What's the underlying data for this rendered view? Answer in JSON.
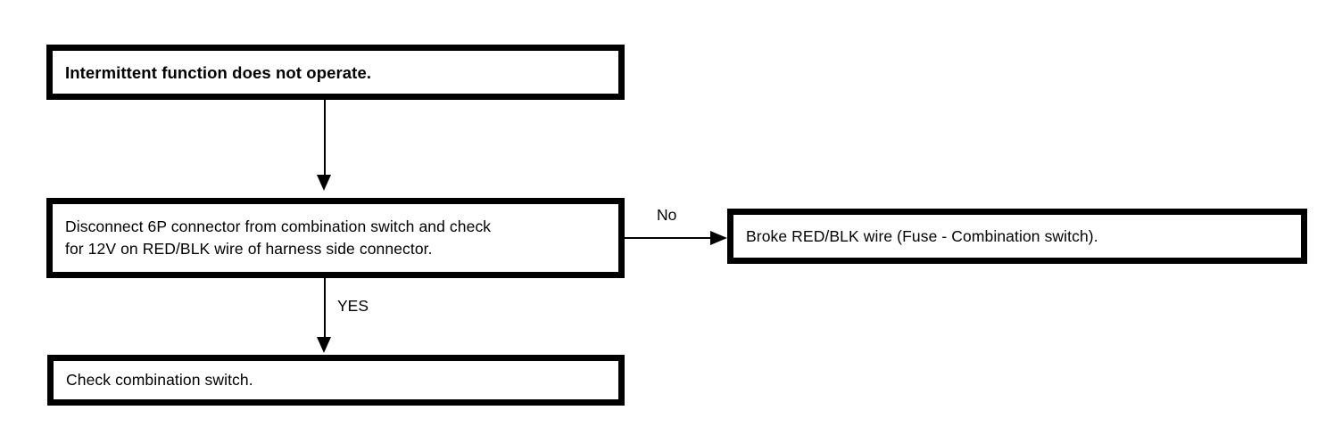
{
  "diagram": {
    "title": "Intermittent wiper function troubleshooting flowchart",
    "colors": {
      "background": "#ffffff",
      "stroke": "#000000",
      "text": "#000000"
    },
    "nodes": [
      {
        "id": "start",
        "text": "Intermittent function does not operate.",
        "style": "bold-border-bold-text"
      },
      {
        "id": "check",
        "text": "Disconnect 6P connector from combination switch and check\nfor 12V on RED/BLK wire of harness side connector.",
        "style": "bold-border"
      },
      {
        "id": "broken",
        "text": "Broke RED/BLK wire (Fuse - Combination switch).",
        "style": "bold-border"
      },
      {
        "id": "result",
        "text": "Check combination switch.",
        "style": "bold-border"
      }
    ],
    "edges": [
      {
        "id": "edge1",
        "from": "start",
        "to": "check",
        "label": "",
        "direction": "down"
      },
      {
        "id": "edge2",
        "from": "check",
        "to": "broken",
        "label": "No",
        "direction": "right"
      },
      {
        "id": "edge3",
        "from": "check",
        "to": "result",
        "label": "YES",
        "direction": "down"
      }
    ]
  }
}
